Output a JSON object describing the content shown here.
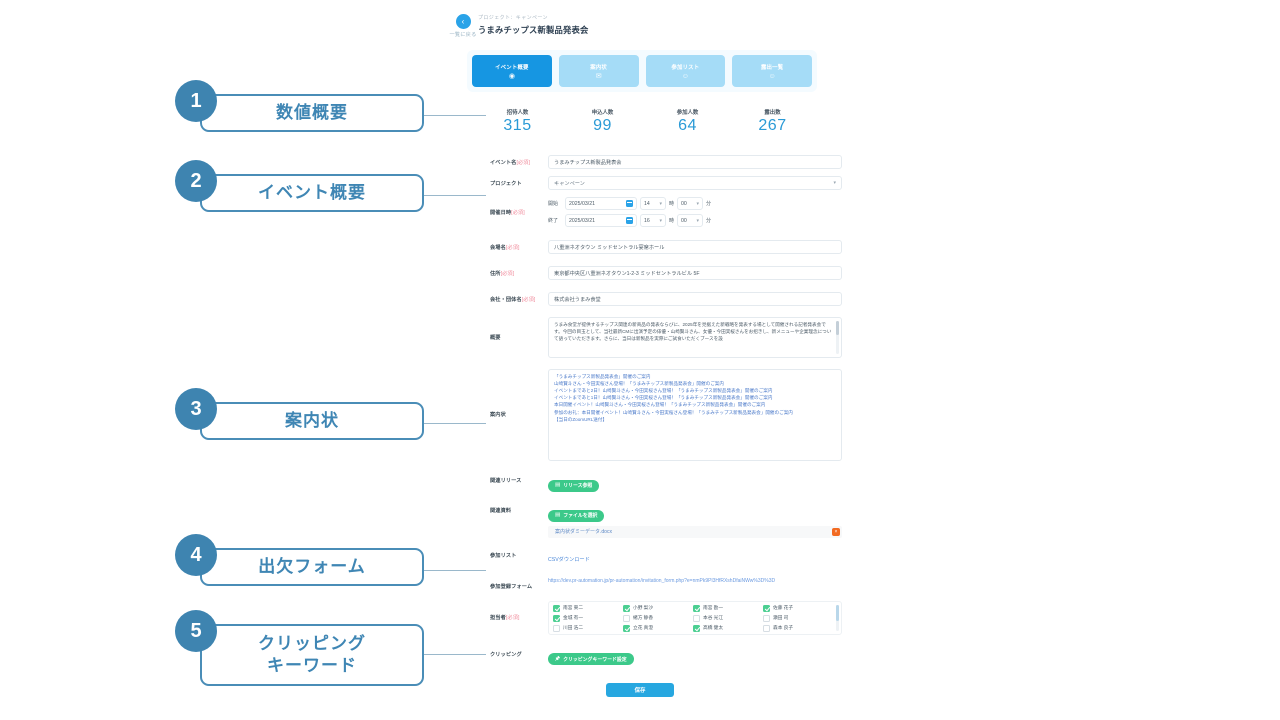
{
  "header": {
    "back_label": "一覧に戻る",
    "back_icon": "chevron-left-icon",
    "breadcrumb": "プロジェクト：キャンペーン",
    "title": "うまみチップス新製品発表会"
  },
  "tabs": [
    {
      "label": "イベント概要",
      "icon": "◉",
      "active": true
    },
    {
      "label": "案内状",
      "icon": "✉",
      "active": false
    },
    {
      "label": "参加リスト",
      "icon": "☺",
      "active": false
    },
    {
      "label": "露出一覧",
      "icon": "☺",
      "active": false
    }
  ],
  "stats": [
    {
      "label": "招待人数",
      "value": "315"
    },
    {
      "label": "申込人数",
      "value": "99"
    },
    {
      "label": "参加人数",
      "value": "64"
    },
    {
      "label": "露出数",
      "value": "267"
    }
  ],
  "form": {
    "event_name": {
      "label": "イベント名",
      "required": "[必須]",
      "value": "うまみチップス新製品発表会"
    },
    "project": {
      "label": "プロジェクト",
      "value": "キャンペーン",
      "caret": "▾"
    },
    "datetime": {
      "label": "開催日時",
      "required": "[必須]",
      "start_tag": "開始",
      "start_date": "2025/03/21",
      "start_hour": "14",
      "start_min": "00",
      "end_tag": "終了",
      "end_date": "2025/03/21",
      "end_hour": "16",
      "end_min": "00",
      "hour_unit": "時",
      "min_unit": "分",
      "caret": "▾"
    },
    "venue": {
      "label": "会場名",
      "required": "[必須]",
      "value": "八重洲ネオタウン ミッドセントラル宴席ホール"
    },
    "address": {
      "label": "住所",
      "required": "[必須]",
      "value": "東京都中央区八重洲ネオタウン1-2-3 ミッドセントラルビル 5F"
    },
    "company": {
      "label": "会社・団体名",
      "required": "[必須]",
      "value": "株式会社うまみ食堂"
    },
    "summary": {
      "label": "概要",
      "value": "うまみ食堂が提供するチップス関連の新商品の発表ならびに、2025年を見据えた新戦略を発表する場として開催される記者発表会です。今回の目玉として、当社最新CMに出演予定の俳優・山崎賢斗さん、女優・今田実桜さんをお招きし、新メニューや企業理念について語っていただきます。さらに、当日は新製品を実際にご試食いただくブースを設"
    },
    "guide": {
      "label": "案内状",
      "value": "「うまみチップス新製品発表会」開催のご案内\n山崎賢斗さん・今田実桜さん登場！「うまみチップス新製品発表会」開催のご案内\nイベントまであと2日！山崎賢斗さん・今田実桜さん登場！「うまみチップス新製品発表会」開催のご案内\nイベントまであと1日！山崎賢斗さん・今田実桜さん登場！「うまみチップス新製品発表会」開催のご案内\n本日開催イベント！山崎賢斗さん・今田実桜さん登場！「うまみチップス新製品発表会」開催のご案内\n参加のお礼：本日開催イベント！山崎賢斗さん・今田実桜さん登場！「うまみチップス新製品発表会」開催のご案内\n【当日のZoomURL送付】"
    },
    "release": {
      "label": "関連リリース",
      "button": "リリース参照",
      "button_icon": "document-icon"
    },
    "material": {
      "label": "関連資料",
      "button": "ファイルを選択",
      "button_icon": "file-icon",
      "file_name": "案内状ダミーデータ.docx",
      "delete_icon": "×"
    },
    "participant_list": {
      "label": "参加リスト",
      "link": "CSVダウンロード"
    },
    "registration_form": {
      "label": "参加登録フォーム",
      "url": "https://dev.pr-automation.jp/pr-automation/invitation_form.php?e=nmPk9Pl3HfRXshDfaiNWw%3D%3D"
    },
    "owners": {
      "label": "担当者",
      "required": "[必須]",
      "items": [
        {
          "name": "南宮 東二",
          "checked": true
        },
        {
          "name": "小野 梨沙",
          "checked": true
        },
        {
          "name": "南宮 勘一",
          "checked": true
        },
        {
          "name": "佐藤 花子",
          "checked": true
        },
        {
          "name": "金城 有一",
          "checked": true
        },
        {
          "name": "緒方 静香",
          "checked": false
        },
        {
          "name": "本谷 光江",
          "checked": false
        },
        {
          "name": "瀬田 司",
          "checked": false
        },
        {
          "name": "川田 浩二",
          "checked": false
        },
        {
          "name": "立花 真澄",
          "checked": true
        },
        {
          "name": "高橋 健太",
          "checked": true
        },
        {
          "name": "森本 良子",
          "checked": false
        }
      ]
    },
    "clipping": {
      "label": "クリッピング",
      "button": "クリッピングキーワード設定",
      "button_icon": "paperclip-icon"
    }
  },
  "save_button": "保存",
  "annotations": [
    {
      "number": "1",
      "label": "数値概要"
    },
    {
      "number": "2",
      "label": "イベント概要"
    },
    {
      "number": "3",
      "label": "案内状"
    },
    {
      "number": "4",
      "label": "出欠フォーム"
    },
    {
      "number": "5",
      "label": "クリッピング\nキーワード"
    }
  ],
  "colors": {
    "accent_blue": "#1696e2",
    "tab_inactive": "#a5dcf7",
    "stat_value": "#2a9ad6",
    "green_button": "#3cc98a",
    "required_pink": "#f08a9b",
    "annotation_blue": "#3e84b0",
    "delete_orange": "#f26a21"
  }
}
